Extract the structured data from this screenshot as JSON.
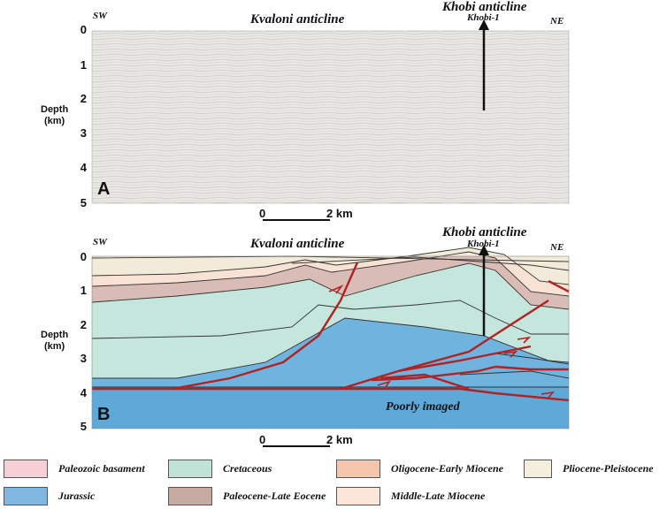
{
  "panel_a": {
    "letter": "A",
    "sw": "SW",
    "ne": "NE",
    "anticline_left": "Kvaloni anticline",
    "anticline_right": "Khobi anticline",
    "well": "Khobi-1",
    "depth_label_line1": "Depth",
    "depth_label_line2": "(km)",
    "depth_ticks": [
      "0",
      "1",
      "2",
      "3",
      "4",
      "5"
    ],
    "scale_start": "0",
    "scale_end": "2 km"
  },
  "panel_b": {
    "letter": "B",
    "sw": "SW",
    "ne": "NE",
    "anticline_left": "Kvaloni anticline",
    "anticline_right": "Khobi anticline",
    "well": "Khobi-1",
    "depth_label_line1": "Depth",
    "depth_label_line2": "(km)",
    "depth_ticks": [
      "0",
      "1",
      "2",
      "3",
      "4",
      "5"
    ],
    "poorly_imaged": "Poorly imaged",
    "scale_start": "0",
    "scale_end": "2 km"
  },
  "legend": [
    {
      "label": "Paleozoic basament",
      "color": "#f7cfd7"
    },
    {
      "label": "Cretaceous",
      "color": "#bfe4d7"
    },
    {
      "label": "Oligocene-Early Miocene",
      "color": "#f6c6ac"
    },
    {
      "label": "Pliocene-Pleistocene",
      "color": "#f4eedc"
    },
    {
      "label": "Jurassic",
      "color": "#7fb7e0"
    },
    {
      "label": "Paleocene-Late Eocene",
      "color": "#c6aaa2"
    },
    {
      "label": "Middle-Late Miocene",
      "color": "#fbe6d8"
    }
  ],
  "colors": {
    "seismic_bg": "#e8e6e2",
    "fault": "#b22222",
    "horizon": "#222222",
    "pliocene": "#f2ebd9",
    "miocene": "#f8e2d3",
    "paleocene": "#d9bcb6",
    "cretaceous": "#c5e6dc",
    "jurassic": "#6fb4de"
  }
}
